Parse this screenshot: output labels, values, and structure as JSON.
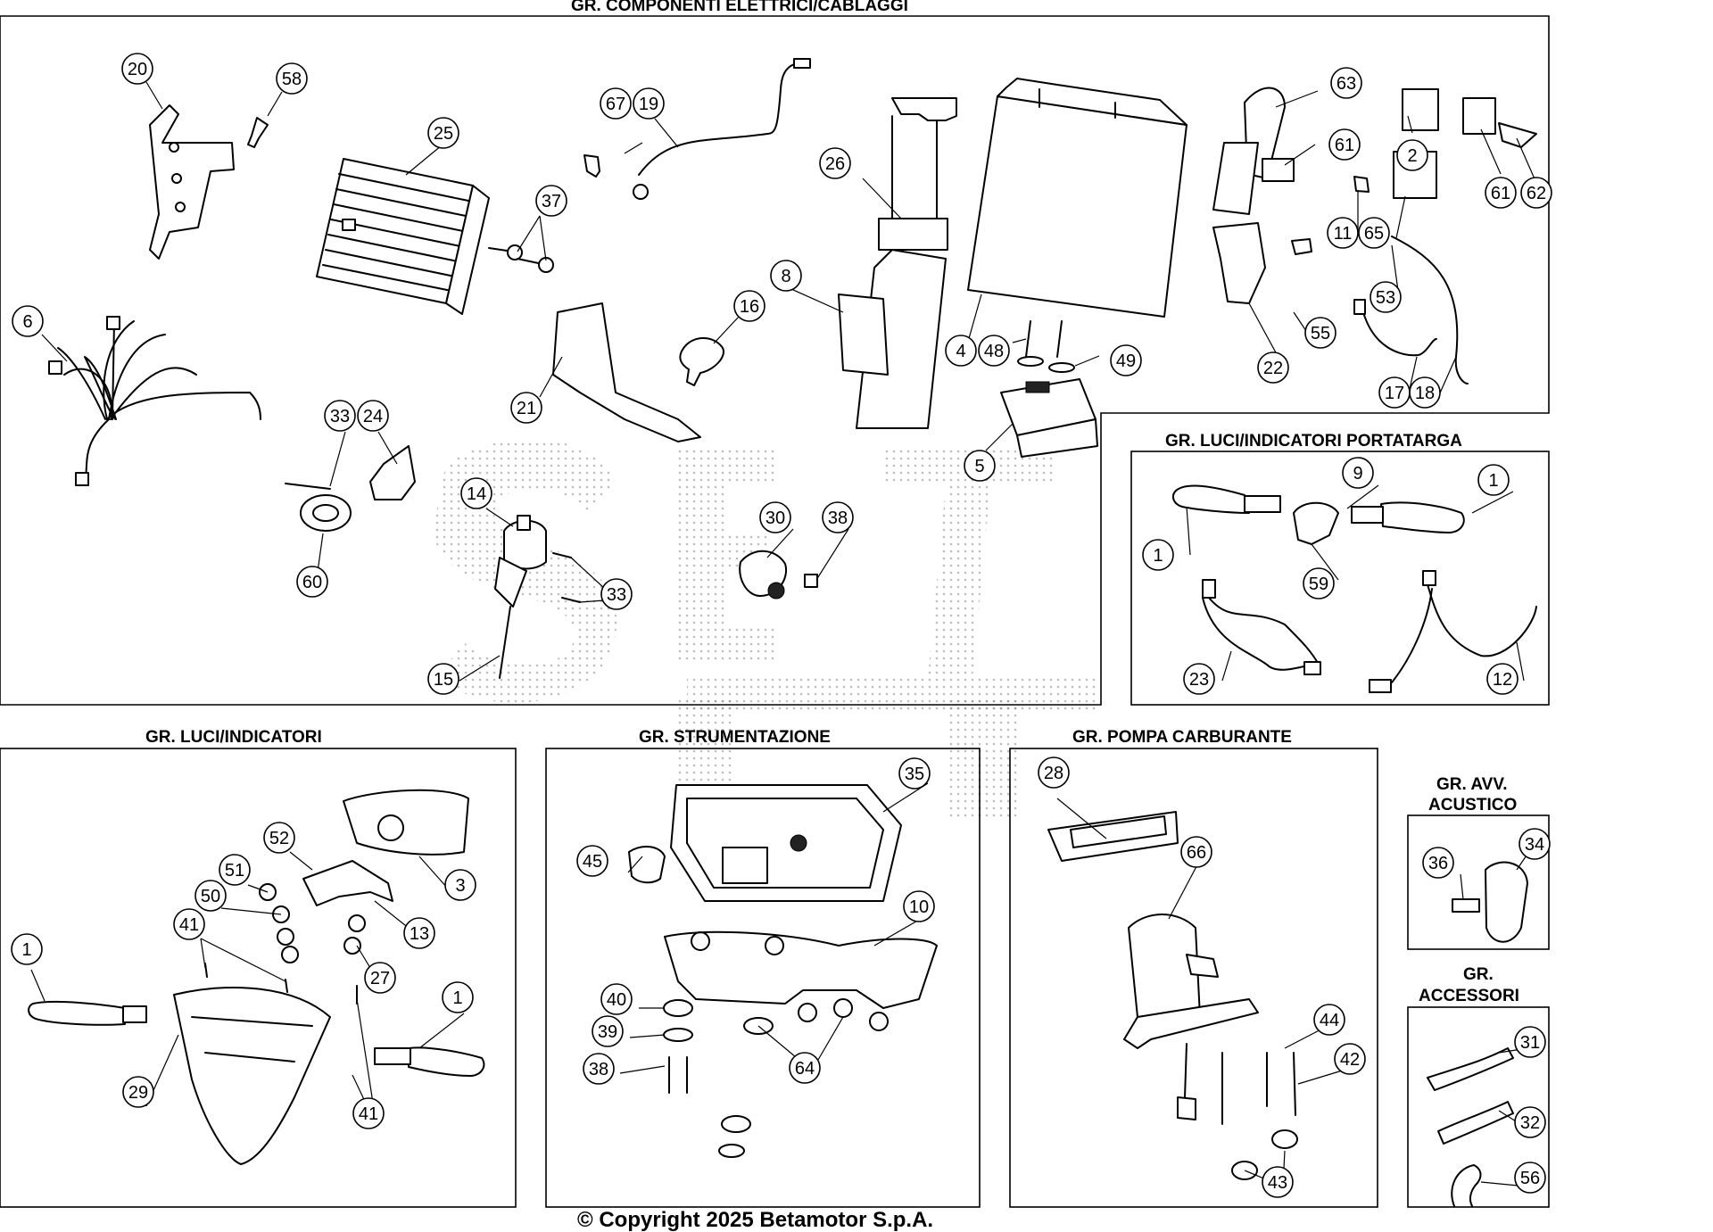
{
  "sections": {
    "electrical": {
      "title": "GR. COMPONENTI ELETTRICI/CABLAGGI"
    },
    "plate": {
      "title": "GR. LUCI/INDICATORI PORTATARGA"
    },
    "lights": {
      "title": "GR. LUCI/INDICATORI"
    },
    "instruments": {
      "title": "GR. STRUMENTAZIONE"
    },
    "fuel_pump": {
      "title": "GR. POMPA CARBURANTE"
    },
    "horn": {
      "title_line1": "GR. AVV.",
      "title_line2": "ACUSTICO"
    },
    "accessories": {
      "title_line1": "GR.",
      "title_line2": "ACCESSORI"
    }
  },
  "callouts": {
    "electrical": [
      "20",
      "58",
      "25",
      "37",
      "6",
      "67",
      "19",
      "26",
      "8",
      "16",
      "21",
      "4",
      "48",
      "49",
      "5",
      "63",
      "61",
      "2",
      "61",
      "62",
      "11",
      "65",
      "53",
      "55",
      "22",
      "17",
      "18",
      "33",
      "24",
      "60",
      "14",
      "33",
      "15",
      "30",
      "38"
    ],
    "plate": [
      "9",
      "1",
      "1",
      "59",
      "23",
      "12"
    ],
    "lights": [
      "52",
      "3",
      "51",
      "13",
      "50",
      "41",
      "27",
      "1",
      "1",
      "29",
      "41"
    ],
    "instruments": [
      "35",
      "45",
      "10",
      "40",
      "39",
      "38",
      "64"
    ],
    "fuel_pump": [
      "28",
      "66",
      "44",
      "42",
      "43"
    ],
    "horn": [
      "36",
      "34"
    ],
    "accessories": [
      "31",
      "32",
      "56"
    ]
  },
  "footer": {
    "copyright": "© Copyright 2025 Betamotor S.p.A."
  }
}
